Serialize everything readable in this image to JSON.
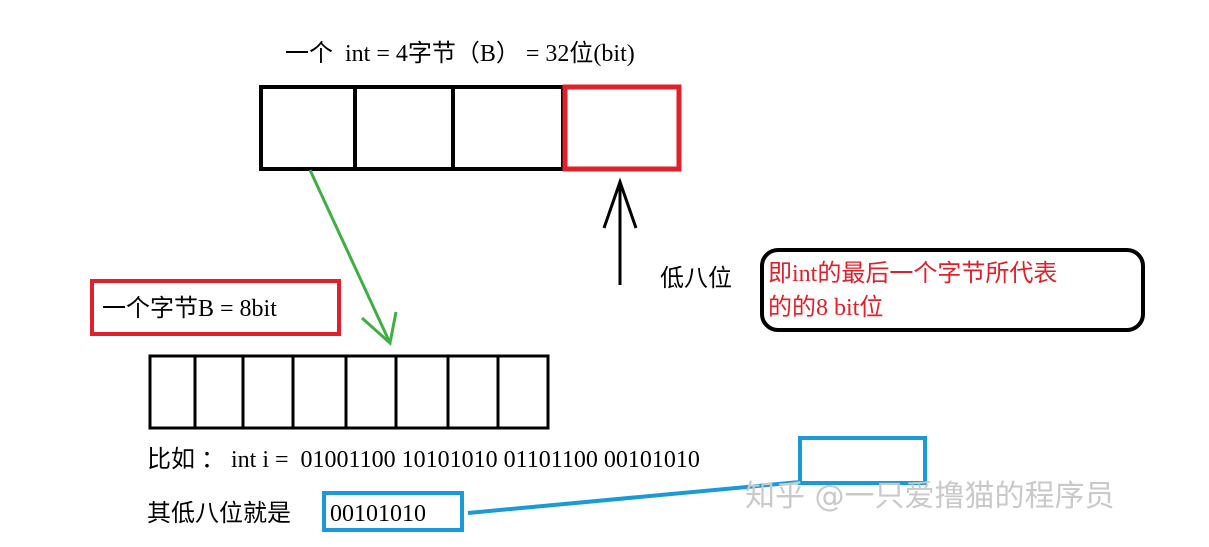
{
  "title": "一个  int = 4字节（B） = 32位(bit)",
  "byte_label": "一个字节B = 8bit",
  "low_eight_label": "低八位",
  "callout": {
    "line1": "即int的最后一个字节所代表",
    "line2": "的的8 bit位"
  },
  "example": {
    "prefix": "比如 ： int i =  ",
    "bytes": [
      "01001100",
      "10101010",
      "01101100",
      "00101010"
    ]
  },
  "result": {
    "prefix": "其低八位就是",
    "value": "00101010"
  },
  "watermark": "知乎 @一只爱撸猫的程序员",
  "colors": {
    "highlight_red": "#e0202a",
    "link_green": "#3cb043",
    "link_blue": "#1a9ad6"
  }
}
